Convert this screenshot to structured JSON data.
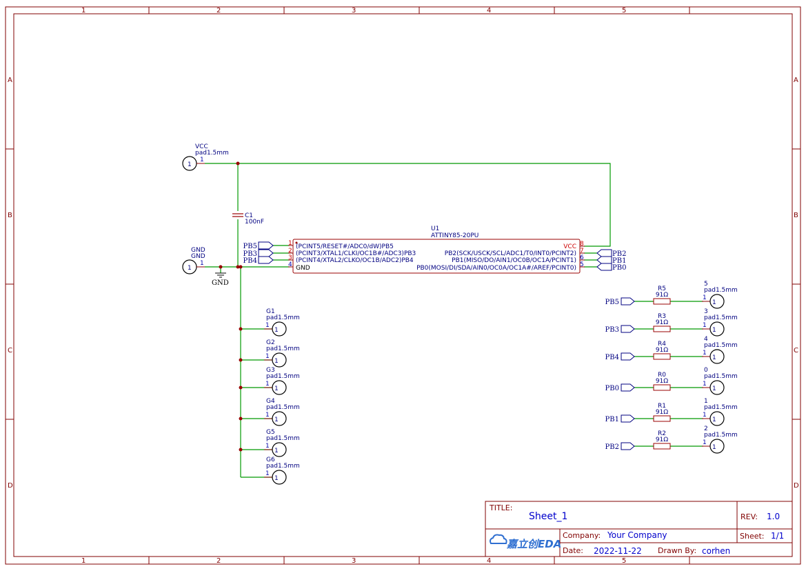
{
  "frame": {
    "columns": [
      "1",
      "2",
      "3",
      "4",
      "5"
    ],
    "rows": [
      "A",
      "B",
      "C",
      "D"
    ]
  },
  "components": {
    "vcc_pad": {
      "ref": "VCC",
      "value": "pad1.5mm",
      "pin": "1",
      "pad_label": "1"
    },
    "gnd_pad": {
      "ref": "GND",
      "value": "GND",
      "pin": "1",
      "pad_label": "1"
    },
    "gnd_symbol": {
      "label": "GND"
    },
    "c1": {
      "ref": "C1",
      "value": "100nF"
    },
    "u1": {
      "ref": "U1",
      "value": "ATTINY85-20PU",
      "pins": {
        "p1": {
          "num": "1",
          "name": "(PCINT5/RESET#/ADC0/dW)PB5"
        },
        "p2": {
          "num": "2",
          "name": "(PCINT3/XTAL1/CLKI/OC1B#/ADC3)PB3"
        },
        "p3": {
          "num": "3",
          "name": "(PCINT4/XTAL2/CLKO/OC1B/ADC2)PB4"
        },
        "p4": {
          "num": "4",
          "name": "GND"
        },
        "p8": {
          "num": "8",
          "name": "VCC"
        },
        "p7": {
          "num": "7",
          "name": "PB2(SCK/USCK/SCL/ADC1/T0/INT0/PCINT2)"
        },
        "p6": {
          "num": "6",
          "name": "PB1(MISO/DO/AIN1/OC0B/OC1A/PCINT1)"
        },
        "p5": {
          "num": "5",
          "name": "PB0(MOSI/DI/SDA/AIN0/OC0A/OC1A#/AREF/PCINT0)"
        }
      }
    },
    "left_flags": [
      "PB5",
      "PB3",
      "PB4"
    ],
    "right_flags": [
      "PB2",
      "PB1",
      "PB0"
    ],
    "ground_pads": [
      {
        "ref": "G1",
        "value": "pad1.5mm",
        "pin": "1",
        "pad_label": "1"
      },
      {
        "ref": "G2",
        "value": "pad1.5mm",
        "pin": "1",
        "pad_label": "1"
      },
      {
        "ref": "G3",
        "value": "pad1.5mm",
        "pin": "1",
        "pad_label": "1"
      },
      {
        "ref": "G4",
        "value": "pad1.5mm",
        "pin": "1",
        "pad_label": "1"
      },
      {
        "ref": "G5",
        "value": "pad1.5mm",
        "pin": "1",
        "pad_label": "1"
      },
      {
        "ref": "G6",
        "value": "pad1.5mm",
        "pin": "1",
        "pad_label": "1"
      }
    ],
    "led_channels": [
      {
        "net": "PB5",
        "res_ref": "R5",
        "res_value": "91Ω",
        "pad_ref": "5",
        "pad_value": "pad1.5mm",
        "pin": "1",
        "pad_label": "1"
      },
      {
        "net": "PB3",
        "res_ref": "R3",
        "res_value": "91Ω",
        "pad_ref": "3",
        "pad_value": "pad1.5mm",
        "pin": "1",
        "pad_label": "1"
      },
      {
        "net": "PB4",
        "res_ref": "R4",
        "res_value": "91Ω",
        "pad_ref": "4",
        "pad_value": "pad1.5mm",
        "pin": "1",
        "pad_label": "1"
      },
      {
        "net": "PB0",
        "res_ref": "R0",
        "res_value": "91Ω",
        "pad_ref": "0",
        "pad_value": "pad1.5mm",
        "pin": "1",
        "pad_label": "1"
      },
      {
        "net": "PB1",
        "res_ref": "R1",
        "res_value": "91Ω",
        "pad_ref": "1",
        "pad_value": "pad1.5mm",
        "pin": "1",
        "pad_label": "1"
      },
      {
        "net": "PB2",
        "res_ref": "R2",
        "res_value": "91Ω",
        "pad_ref": "2",
        "pad_value": "pad1.5mm",
        "pin": "1",
        "pad_label": "1"
      }
    ]
  },
  "title_block": {
    "title_label": "TITLE:",
    "title": "Sheet_1",
    "rev_label": "REV:",
    "rev": "1.0",
    "company_label": "Company:",
    "company": "Your Company",
    "sheet_label": "Sheet:",
    "sheet": "1/1",
    "date_label": "Date:",
    "date": "2022-11-22",
    "drawn_label": "Drawn By:",
    "drawn_by": "corhen",
    "logo_text": "嘉立创EDA"
  },
  "colors": {
    "frame": "#800000",
    "wire": "#009900",
    "junction": "#990000",
    "text_blue": "#000080",
    "pin_red": "#cc0000",
    "logo_blue": "#2f6fd1"
  }
}
